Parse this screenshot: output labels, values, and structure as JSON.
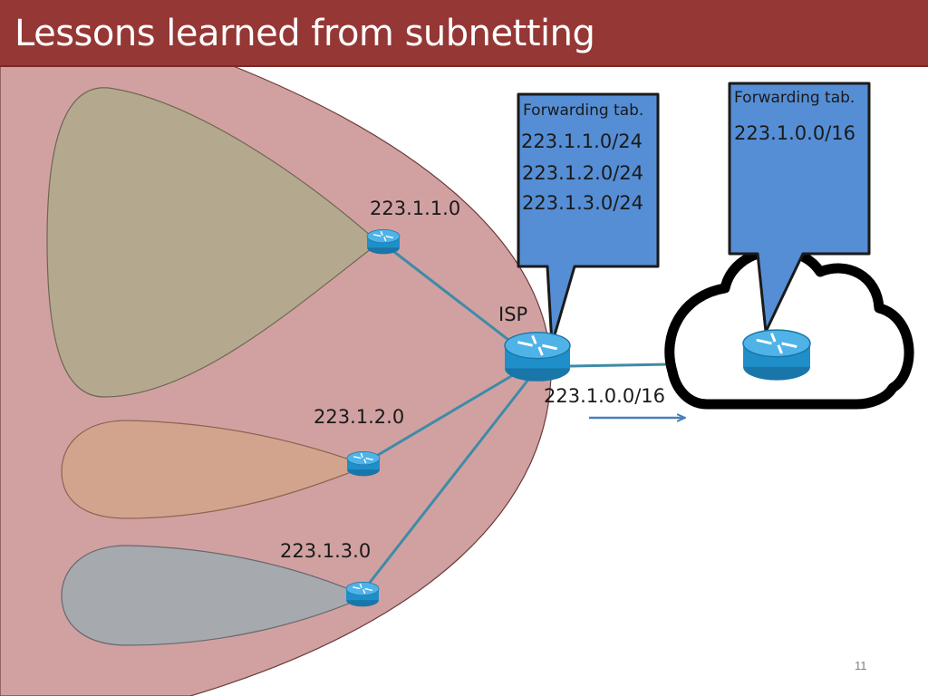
{
  "slide": {
    "title": "Lessons learned from subnetting",
    "page_number": "11"
  },
  "subnets": [
    {
      "label": "223.1.1.0",
      "fill": "#b4a98e"
    },
    {
      "label": "223.1.2.0",
      "fill": "#d3a48d"
    },
    {
      "label": "223.1.3.0",
      "fill": "#a6a9ae"
    }
  ],
  "isp": {
    "label": "ISP",
    "region_fill": "#d1a1a2",
    "advertised_route": "223.1.0.0/16"
  },
  "isp_forwarding_table": {
    "heading": "Forwarding tab.",
    "entries": [
      "223.1.1.0/24",
      "223.1.2.0/24",
      "223.1.3.0/24"
    ]
  },
  "internet_forwarding_table": {
    "heading": "Forwarding tab.",
    "entries": [
      "223.1.0.0/16"
    ]
  },
  "colors": {
    "title_bar": "#953735",
    "callout_fill": "#558ed5",
    "router_fill": "#1f8fc9",
    "link": "#3f8ba6",
    "arrow": "#4a7ebb"
  },
  "icons": [
    "router-icon",
    "cloud-icon",
    "arrow-right-icon"
  ]
}
